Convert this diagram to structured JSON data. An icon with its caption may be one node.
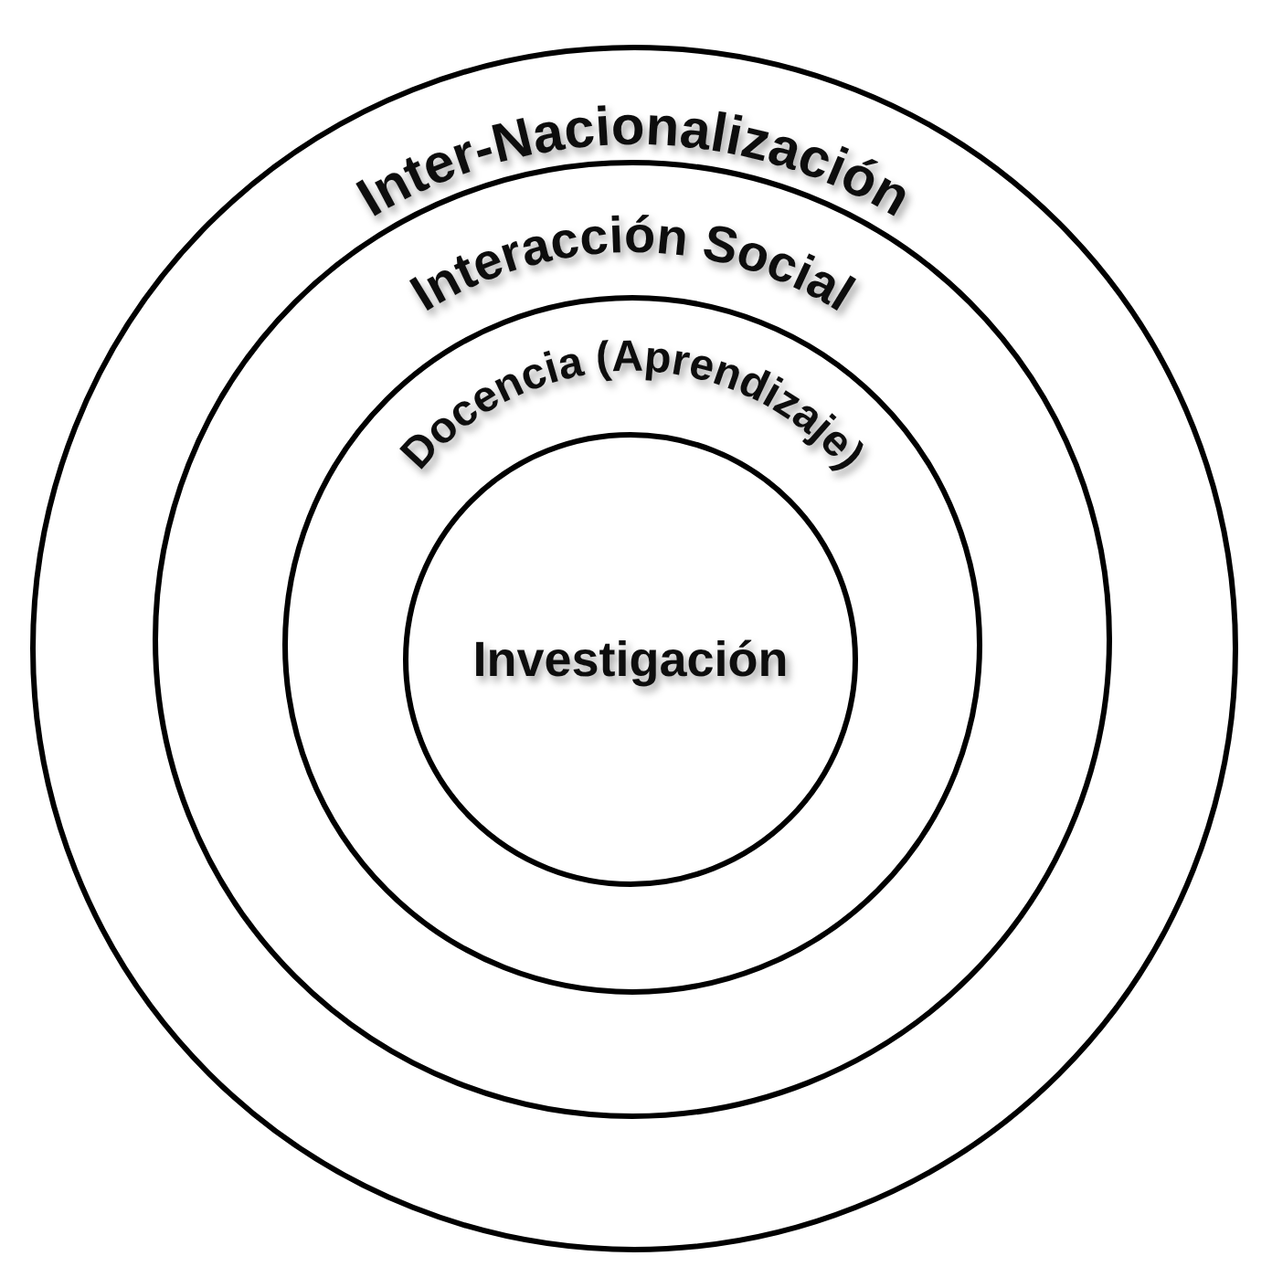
{
  "diagram": {
    "nodes": [
      {
        "text": [
          "Inter-Nacionalización"
        ]
      },
      {
        "text": [
          "Interacción Social"
        ],
        "in": 0
      },
      {
        "text": [
          "Docencia (Aprendizaje)"
        ],
        "in": 1
      },
      {
        "text": [
          "Investigación"
        ],
        "in": 2
      }
    ]
  }
}
